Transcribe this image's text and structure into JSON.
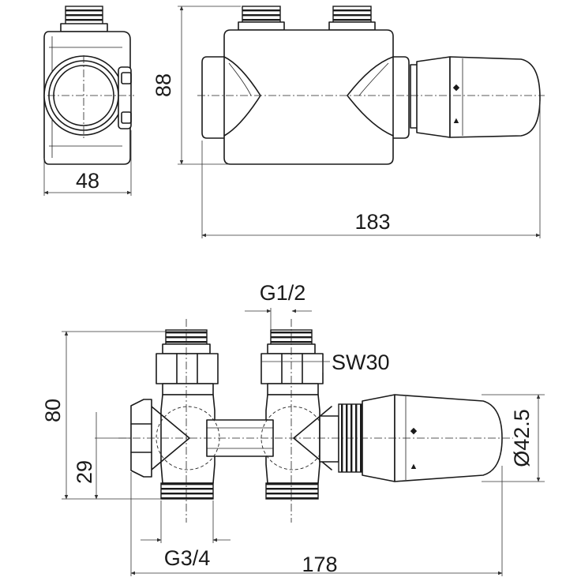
{
  "dimensions": {
    "width_side": "48",
    "height_top": "88",
    "length_top": "183",
    "thread_top": "G1/2",
    "wrench_size": "SW30",
    "height_front": "80",
    "axis_height": "29",
    "knob_diameter": "Ø42.5",
    "thread_bottom": "G3/4",
    "length_front": "178"
  },
  "colors": {
    "line": "#1a1a1a",
    "background": "#ffffff"
  }
}
